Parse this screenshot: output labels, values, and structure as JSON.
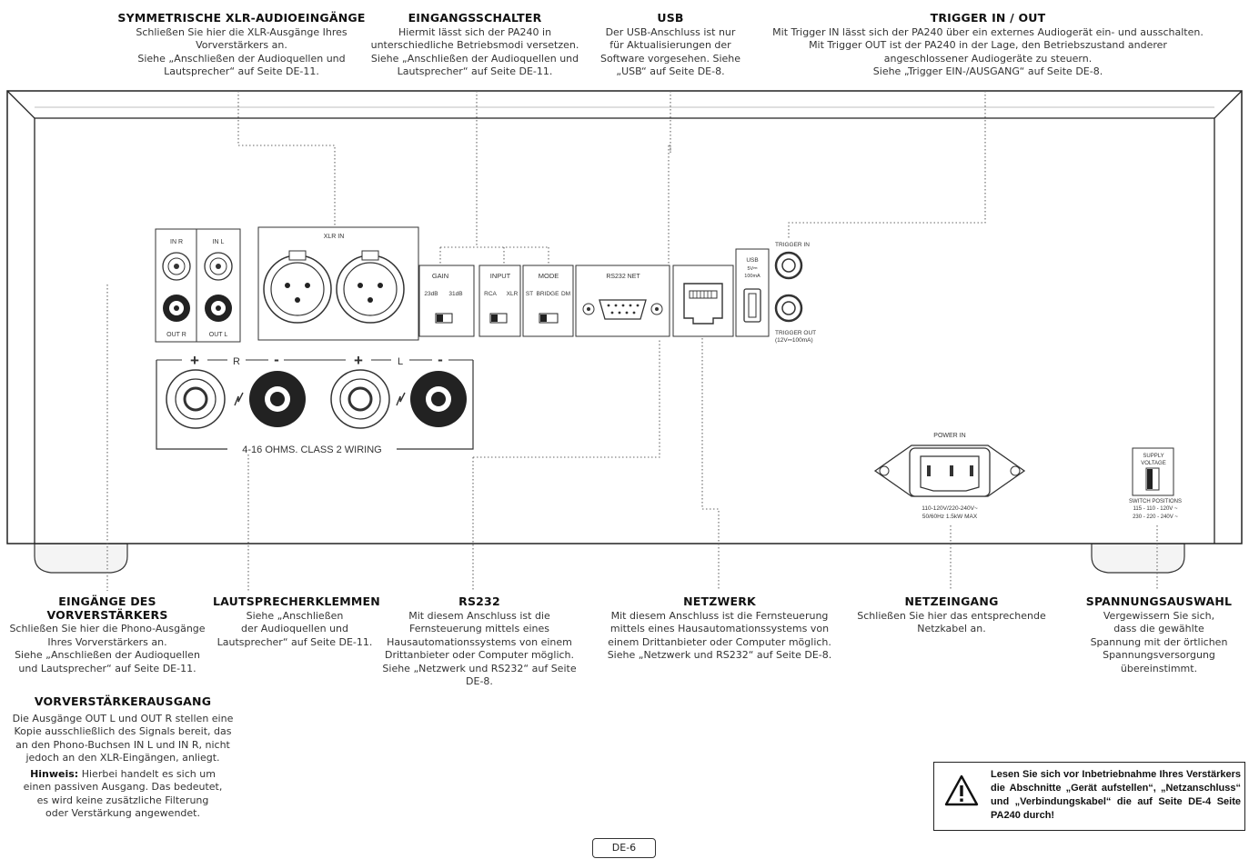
{
  "annotations": {
    "xlr": {
      "title": "SYMMETRISCHE XLR-AUDIOEINGÄNGE",
      "body": "Schließen Sie hier die XLR-Ausgänge Ihres\nVorverstärkers an.\nSiehe „Anschließen der Audioquellen und\nLautsprecher“ auf Seite DE-11."
    },
    "input_switch": {
      "title": "EINGANGSSCHALTER",
      "body": "Hiermit lässt sich der PA240 in\nunterschiedliche Betriebsmodi versetzen.\nSiehe „Anschließen der Audioquellen und\nLautsprecher“ auf Seite DE-11."
    },
    "usb": {
      "title": "USB",
      "body": "Der USB-Anschluss ist nur\nfür Aktualisierungen der\nSoftware vorgesehen. Siehe\n„USB“ auf Seite DE-8."
    },
    "trigger": {
      "title": "TRIGGER IN / OUT",
      "body": "Mit Trigger IN lässt sich der PA240 über ein externes Audiogerät ein- und ausschalten.\nMit Trigger OUT ist der PA240 in der Lage, den Betriebszustand anderer\nangeschlossener Audiogeräte zu steuern.\nSiehe „Trigger EIN-/AUSGANG“ auf Seite DE-8."
    },
    "preamp_in": {
      "title": "EINGÄNGE DES VORVERSTÄRKERS",
      "body": "Schließen Sie hier die Phono-Ausgänge\nIhres Vorverstärkers an.\nSiehe „Anschließen der Audioquellen\nund Lautsprecher“ auf Seite DE-11."
    },
    "speaker": {
      "title": "LAUTSPRECHERKLEMMEN",
      "body": "Siehe „Anschließen\nder Audioquellen und\nLautsprecher“ auf Seite DE-11."
    },
    "rs232": {
      "title": "RS232",
      "body": "Mit diesem Anschluss ist die\nFernsteuerung mittels eines\nHausautomationssystems von einem\nDrittanbieter oder Computer möglich.\nSiehe „Netzwerk und RS232“ auf Seite\nDE-8."
    },
    "network": {
      "title": "NETZWERK",
      "body": "Mit diesem Anschluss ist die Fernsteuerung\nmittels eines Hausautomationssystems von\neinem Drittanbieter oder Computer möglich.\nSiehe „Netzwerk und RS232“ auf Seite DE-8."
    },
    "power": {
      "title": "NETZEINGANG",
      "body": "Schließen Sie hier das entsprechende\nNetzkabel an."
    },
    "voltage": {
      "title": "SPANNUNGSAUSWAHL",
      "body": "Vergewissern Sie sich,\ndass die gewählte\nSpannung mit der örtlichen\nSpannungsversorgung\nübereinstimmt."
    },
    "preamp_out": {
      "title": "VORVERSTÄRKERAUSGANG",
      "body": "Die Ausgänge OUT L und OUT R stellen eine\nKopie ausschließlich des Signals bereit, das\nan den Phono-Buchsen IN L und IN R, nicht\njedoch an den XLR-Eingängen, anliegt.",
      "note_label": "Hinweis:",
      "note_body": "Hierbei handelt es sich um\neinen passiven Ausgang. Das bedeutet,\nes wird keine zusätzliche Filterung\noder Verstärkung angewendet."
    }
  },
  "panel": {
    "rca": {
      "in_r": "IN R",
      "in_l": "IN L",
      "out_r": "OUT R",
      "out_l": "OUT L"
    },
    "xlr_label": "XLR IN",
    "gain": {
      "title": "GAIN",
      "opt_a": "23dB",
      "opt_b": "31dB"
    },
    "input": {
      "title": "INPUT",
      "opt_a": "RCA",
      "opt_b": "XLR"
    },
    "mode": {
      "title": "MODE",
      "opt_a": "ST",
      "opt_b": "BRIDGE",
      "opt_c": "DM"
    },
    "rs232": "RS232 NET",
    "usb": {
      "label": "USB",
      "spec1": "5V⎓",
      "spec2": "100mA"
    },
    "trigger_in": "TRIGGER IN",
    "trigger_out": "TRIGGER OUT",
    "trigger_out_spec": "(12V⎓100mA)",
    "speaker": {
      "plus": "+",
      "minus": "-",
      "r": "R",
      "l": "L",
      "wiring": "4-16 OHMS. CLASS 2 WIRING"
    },
    "power": {
      "title": "POWER IN",
      "spec1": "110-120V/220-240V~",
      "spec2": "50/60Hz 1.5kW MAX"
    },
    "voltage": {
      "title1": "SUPPLY",
      "title2": "VOLTAGE",
      "pos": "SWITCH POSITIONS",
      "row1": "115 - 110 - 120V ~",
      "row2": "230 - 220 - 240V ~"
    }
  },
  "warning": {
    "text": "Lesen Sie sich vor Inbetriebnahme Ihres Verstärkers die Abschnitte „Gerät aufstellen“, „Netzanschluss“ und „Verbindungskabel“ die auf Seite DE-4 Seite PA240 durch!"
  },
  "page_number": "DE-6"
}
